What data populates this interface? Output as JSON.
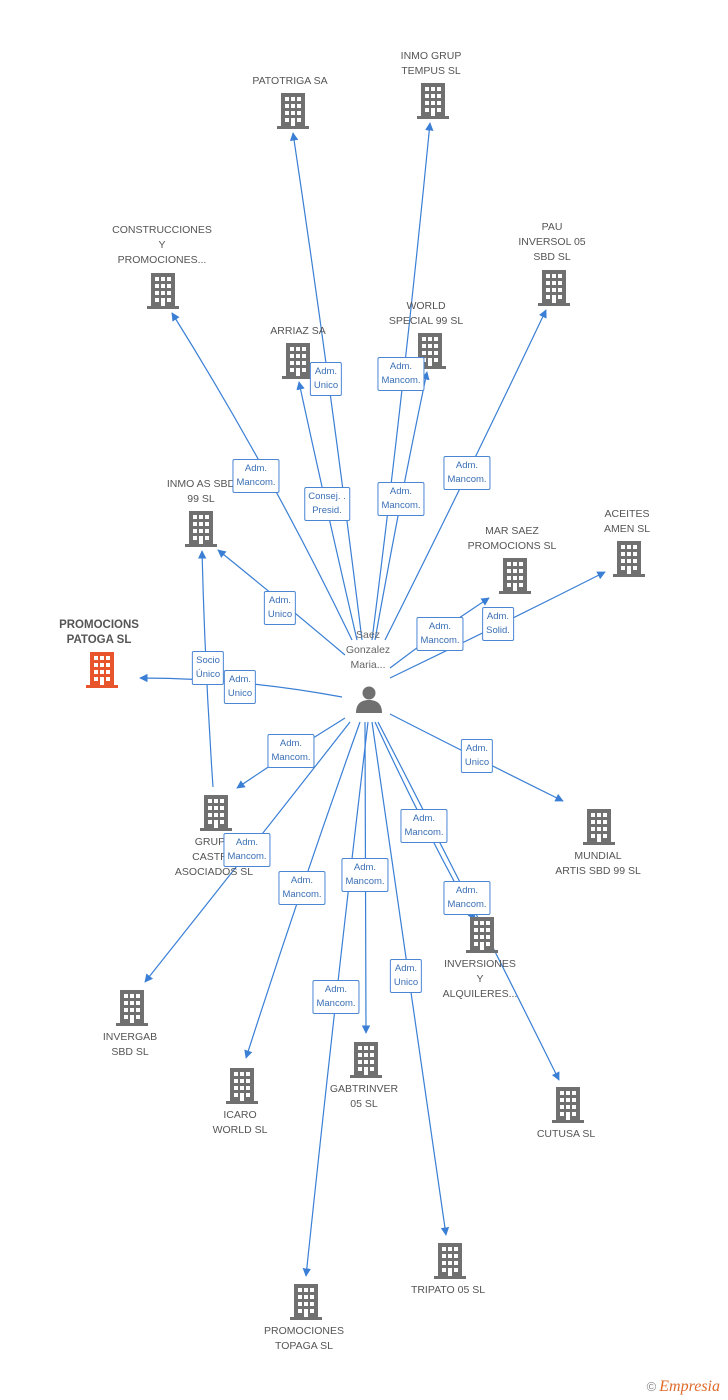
{
  "person": {
    "name_lines": [
      "Saez",
      "Gonzalez",
      "Maria..."
    ]
  },
  "colors": {
    "edge": "#3a7fd5",
    "building": "#707070",
    "main_building": "#e8552d"
  },
  "nodes": [
    {
      "id": "patotriga",
      "lines": [
        "PATOTRIGA SA"
      ]
    },
    {
      "id": "inmo-grup",
      "lines": [
        "INMO GRUP",
        "TEMPUS SL"
      ]
    },
    {
      "id": "construcciones",
      "lines": [
        "CONSTRUCCIONES",
        "Y",
        "PROMOCIONES..."
      ]
    },
    {
      "id": "pau",
      "lines": [
        "PAU",
        "INVERSOL 05",
        "SBD SL"
      ]
    },
    {
      "id": "arriaz",
      "lines": [
        "ARRIAZ SA"
      ]
    },
    {
      "id": "world-special",
      "lines": [
        "WORLD",
        "SPECIAL 99 SL"
      ]
    },
    {
      "id": "inmo-as",
      "lines": [
        "INMO AS SBD",
        "99 SL"
      ]
    },
    {
      "id": "aceites",
      "lines": [
        "ACEITES",
        "AMEN SL"
      ]
    },
    {
      "id": "mar-saez",
      "lines": [
        "MAR SAEZ",
        "PROMOCIONS SL"
      ]
    },
    {
      "id": "promocions-patoga",
      "lines": [
        "PROMOCIONS",
        "PATOGA SL"
      ],
      "main": true
    },
    {
      "id": "grupo-castro",
      "lines": [
        "GRUPO",
        "CASTRO",
        "ASOCIADOS SL"
      ]
    },
    {
      "id": "mundial",
      "lines": [
        "MUNDIAL",
        "ARTIS SBD 99 SL"
      ]
    },
    {
      "id": "inversiones",
      "lines": [
        "INVERSIONES",
        "Y",
        "ALQUILERES..."
      ]
    },
    {
      "id": "invergab",
      "lines": [
        "INVERGAB",
        "SBD SL"
      ]
    },
    {
      "id": "gabtrinver",
      "lines": [
        "GABTRINVER",
        "05 SL"
      ]
    },
    {
      "id": "icaro",
      "lines": [
        "ICARO",
        "WORLD SL"
      ]
    },
    {
      "id": "cutusa",
      "lines": [
        "CUTUSA SL"
      ]
    },
    {
      "id": "tripato",
      "lines": [
        "TRIPATO 05 SL"
      ]
    },
    {
      "id": "promociones-topaga",
      "lines": [
        "PROMOCIONES",
        "TOPAGA SL"
      ]
    }
  ],
  "edge_labels": [
    {
      "lines": [
        "Adm.",
        "Unico"
      ]
    },
    {
      "lines": [
        "Adm.",
        "Mancom."
      ]
    },
    {
      "lines": [
        "Adm.",
        "Mancom."
      ]
    },
    {
      "lines": [
        "Consej. .",
        "Presid."
      ]
    },
    {
      "lines": [
        "Adm.",
        "Mancom."
      ]
    },
    {
      "lines": [
        "Adm.",
        "Mancom."
      ]
    },
    {
      "lines": [
        "Adm.",
        "Unico"
      ]
    },
    {
      "lines": [
        "Adm.",
        "Mancom."
      ]
    },
    {
      "lines": [
        "Adm.",
        "Solid."
      ]
    },
    {
      "lines": [
        "Socio",
        "Único"
      ]
    },
    {
      "lines": [
        "Adm.",
        "Unico"
      ]
    },
    {
      "lines": [
        "Adm.",
        "Mancom."
      ]
    },
    {
      "lines": [
        "Adm.",
        "Unico"
      ]
    },
    {
      "lines": [
        "Adm.",
        "Mancom."
      ]
    },
    {
      "lines": [
        "Adm.",
        "Mancom."
      ]
    },
    {
      "lines": [
        "Adm.",
        "Mancom."
      ]
    },
    {
      "lines": [
        "Adm.",
        "Mancom."
      ]
    },
    {
      "lines": [
        "Adm.",
        "Mancom."
      ]
    },
    {
      "lines": [
        "Adm.",
        "Unico"
      ]
    },
    {
      "lines": [
        "Adm.",
        "Mancom."
      ]
    }
  ],
  "footer": {
    "copyright": "©",
    "brand": "Empresia"
  }
}
